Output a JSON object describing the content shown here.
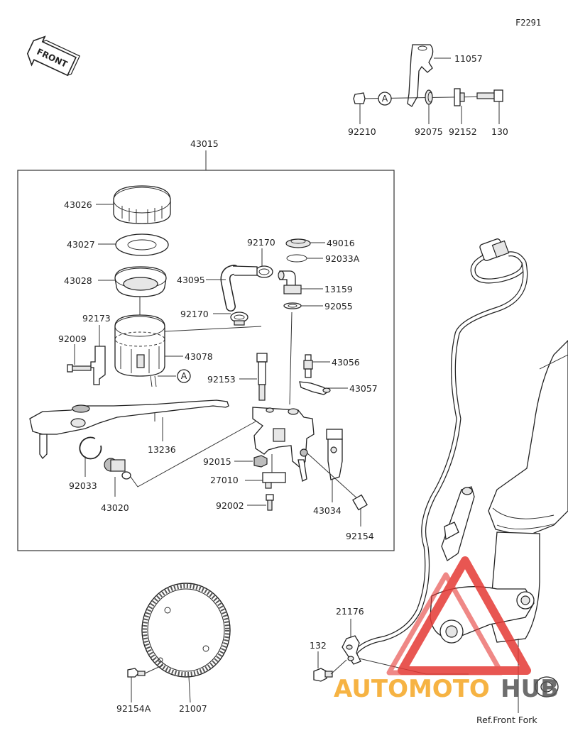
{
  "diagram_code": "F2291",
  "front_label": "FRONT",
  "ref_callout": "A",
  "assembly_number": "43015",
  "ref_note": "Ref.Front Fork",
  "watermark": {
    "part1": "AUTOMOTO",
    "part2": "HUB",
    "color1": "#f5a623",
    "color2": "#555555",
    "logo_color": "#e53935"
  },
  "parts": [
    {
      "num": "11057"
    },
    {
      "num": "92210"
    },
    {
      "num": "92075"
    },
    {
      "num": "92152"
    },
    {
      "num": "130"
    },
    {
      "num": "43026"
    },
    {
      "num": "43027"
    },
    {
      "num": "43028"
    },
    {
      "num": "92173"
    },
    {
      "num": "92009"
    },
    {
      "num": "43078"
    },
    {
      "num": "92170"
    },
    {
      "num": "43095"
    },
    {
      "num": "92170"
    },
    {
      "num": "49016"
    },
    {
      "num": "92033A"
    },
    {
      "num": "13159"
    },
    {
      "num": "92055"
    },
    {
      "num": "43056"
    },
    {
      "num": "43057"
    },
    {
      "num": "92153"
    },
    {
      "num": "13236"
    },
    {
      "num": "92033"
    },
    {
      "num": "43020"
    },
    {
      "num": "92015"
    },
    {
      "num": "27010"
    },
    {
      "num": "92002"
    },
    {
      "num": "43034"
    },
    {
      "num": "92154"
    },
    {
      "num": "21176"
    },
    {
      "num": "132"
    },
    {
      "num": "92154A"
    },
    {
      "num": "21007"
    }
  ]
}
